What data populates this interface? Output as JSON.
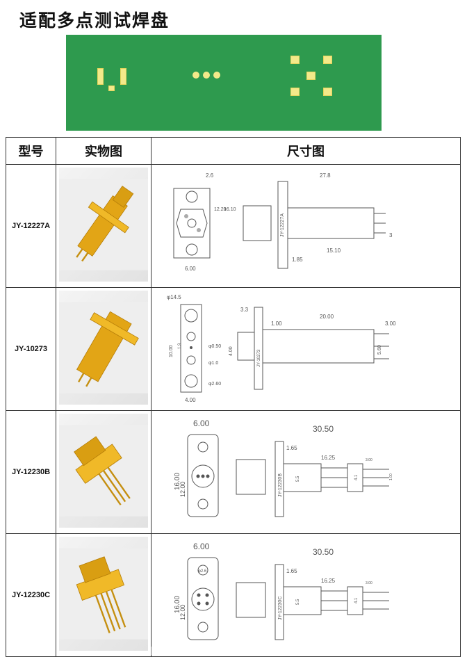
{
  "title": "适配多点测试焊盘",
  "table": {
    "headers": [
      "型号",
      "实物图",
      "尺寸图"
    ],
    "rows": [
      {
        "model": "JY-12227A",
        "part_label": "JY-12227A",
        "dims": [
          "2.6",
          "27.8",
          "12.20",
          "16.10",
          "15.10",
          "3",
          "6.00",
          "1.85"
        ]
      },
      {
        "model": "JY-10273",
        "part_label": "JY-10273",
        "dims": [
          "φ14.5",
          "3.3",
          "1.00",
          "20.00",
          "3.00",
          "10.00",
          "1.9",
          "4.00",
          "5.60",
          "φ0.50",
          "φ1.0",
          "φ2.60",
          "4.00"
        ]
      },
      {
        "model": "JY-12230B",
        "part_label": "JY-12230B",
        "dims": [
          "6.00",
          "30.50",
          "1.65",
          "16.25",
          "16.00",
          "12.00",
          "5.5",
          "4.1",
          "3.00",
          "1.00"
        ]
      },
      {
        "model": "JY-12230C",
        "part_label": "JY-12230C",
        "dims": [
          "6.00",
          "30.50",
          "1.65",
          "16.25",
          "16.00",
          "12.00",
          "φ2.6",
          "5.5",
          "4.1",
          "3.00"
        ]
      }
    ]
  },
  "colors": {
    "board": "#2e9a4e",
    "pad": "#f3e98a",
    "gold": "#e2a516"
  }
}
